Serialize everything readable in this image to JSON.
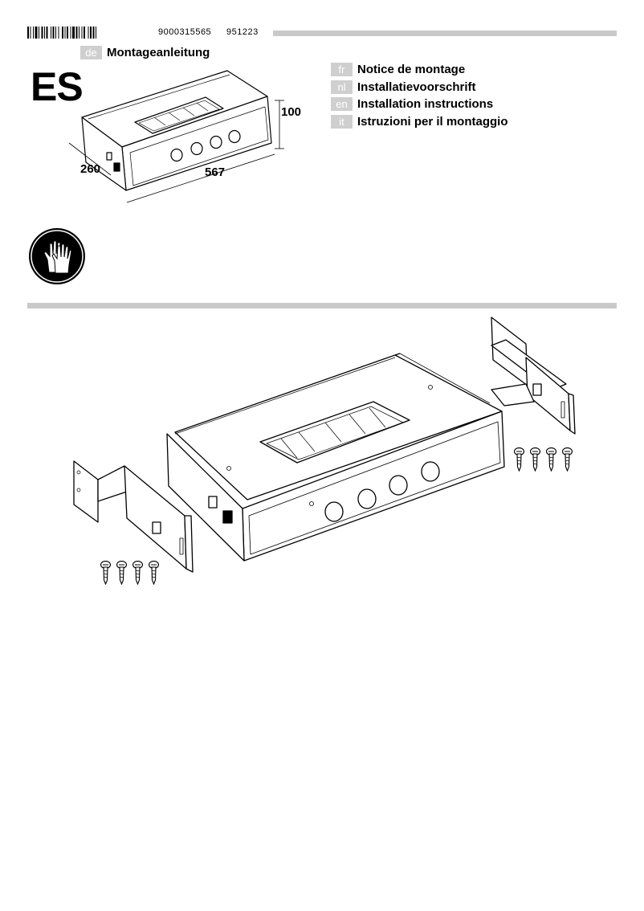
{
  "header": {
    "doc_number": "9000315565",
    "doc_date": "951223"
  },
  "languages": [
    {
      "code": "de",
      "title": "Montageanleitung"
    },
    {
      "code": "fr",
      "title": "Notice de montage"
    },
    {
      "code": "nl",
      "title": "Installatievoorschrift"
    },
    {
      "code": "en",
      "title": "Installation instructions"
    },
    {
      "code": "it",
      "title": "Istruzioni per il montaggio"
    }
  ],
  "model_code": "ES",
  "dimensions": {
    "height": "100",
    "depth": "260",
    "width": "567"
  },
  "icons": {
    "safety": "gloves-icon",
    "screw": "screw-icon"
  },
  "colors": {
    "rule": "#c9c9c9",
    "badge": "#cfcfcf",
    "safety_icon_bg": "#000000"
  }
}
